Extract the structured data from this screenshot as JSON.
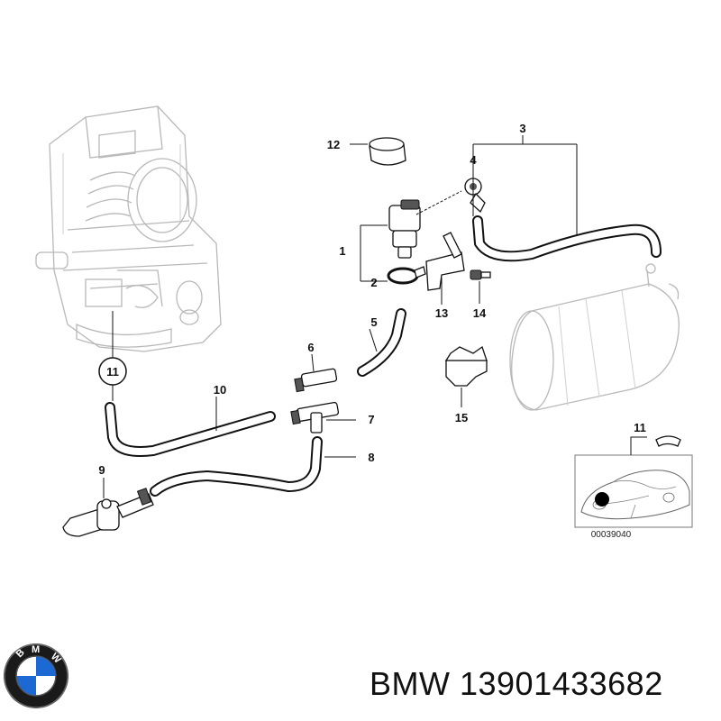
{
  "callouts": {
    "c1": "1",
    "c2": "2",
    "c3": "3",
    "c4": "4",
    "c5": "5",
    "c6": "6",
    "c7": "7",
    "c8": "8",
    "c9": "9",
    "c10": "10",
    "c11_circle": "11",
    "c11_inset": "11",
    "c12": "12",
    "c13": "13",
    "c14": "14",
    "c15": "15"
  },
  "inset": {
    "reference_number": "00039040"
  },
  "brand": {
    "logo_letters": "BMW",
    "name": "BMW",
    "part_number": "13901433682",
    "caption": "BMW 13901433682"
  }
}
